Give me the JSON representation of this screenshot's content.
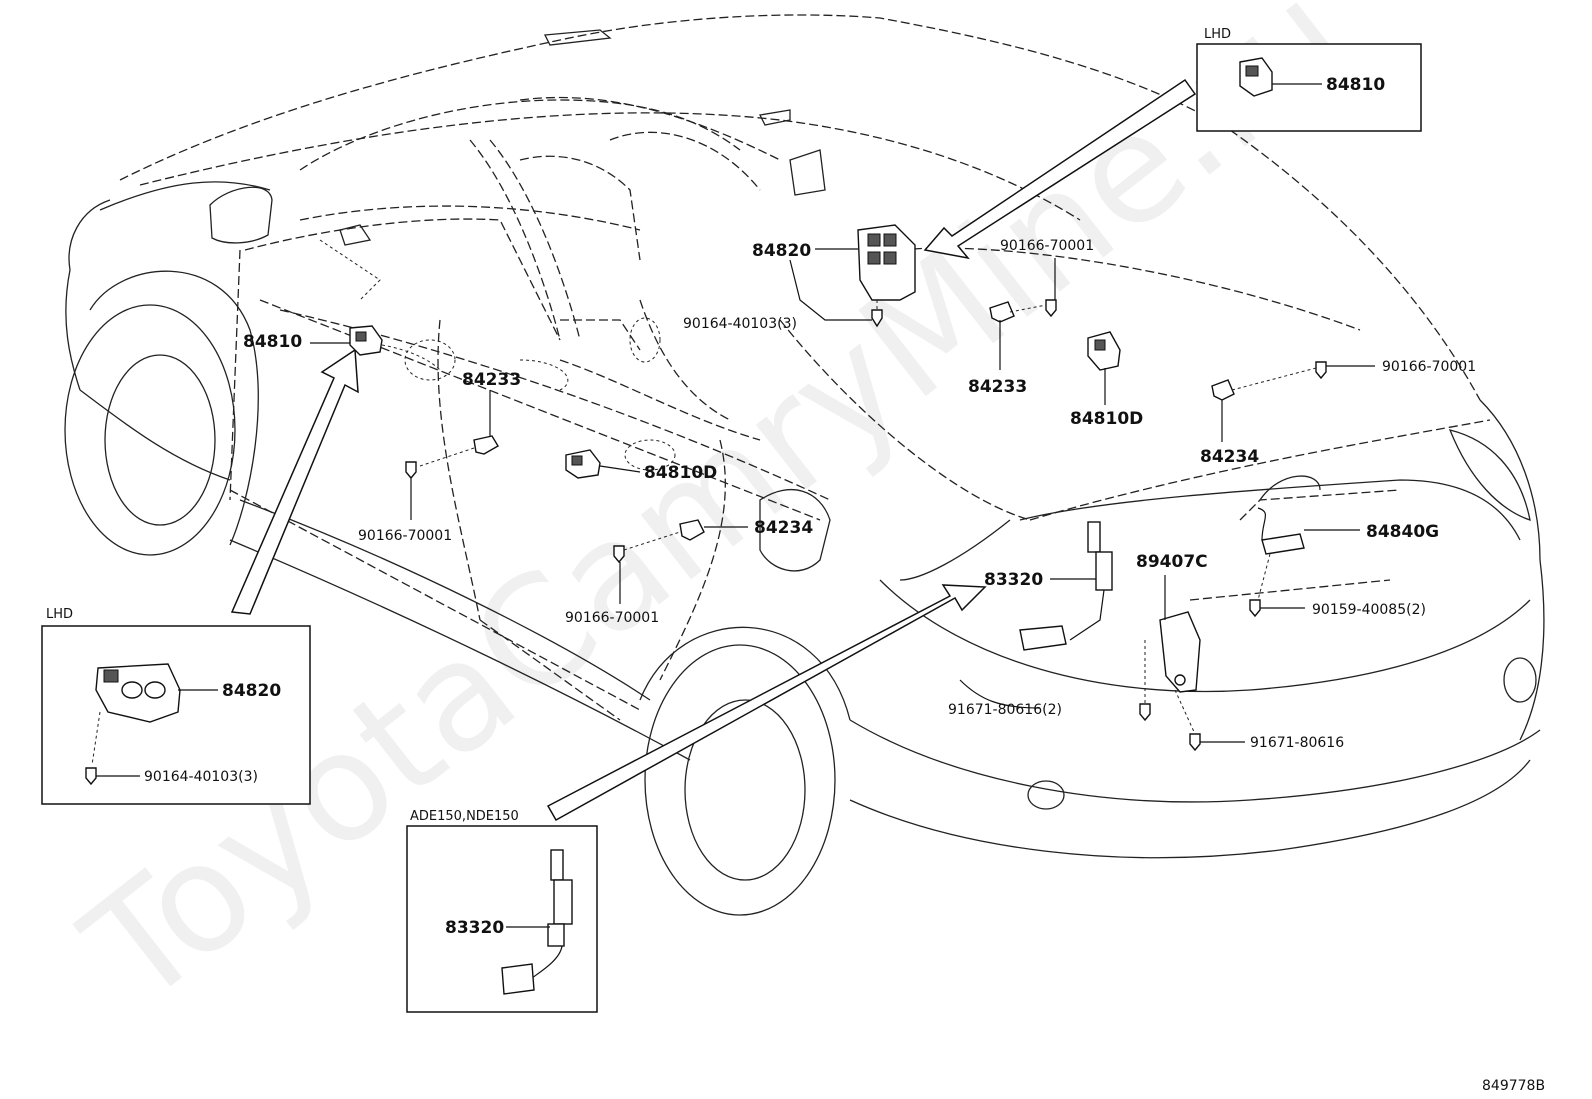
{
  "watermark": "ToyotaCamryMine.ru",
  "diagram_code": "849778B",
  "insets": {
    "top_right": {
      "label": "LHD",
      "part": "84810"
    },
    "left": {
      "label": "LHD",
      "part_switch": "84820",
      "part_screw": "90164-40103(3)"
    },
    "bottom": {
      "label": "ADE150,NDE150",
      "part": "83320"
    }
  },
  "callouts": {
    "p84820_main": "84820",
    "p90164_main": "90164-40103(3)",
    "p90166_top": "90166-70001",
    "p84233_right": "84233",
    "p84810d_right": "84810D",
    "p90166_right": "90166-70001",
    "p84234_right": "84234",
    "p84810_left": "84810",
    "p84233_left": "84233",
    "p90166_left": "90166-70001",
    "p84810d_center": "84810D",
    "p84234_center": "84234",
    "p90166_center": "90166-70001",
    "p83320_main": "83320",
    "p89407c": "89407C",
    "p84840g": "84840G",
    "p90159": "90159-40085(2)",
    "p91671_2": "91671-80616(2)",
    "p91671": "91671-80616"
  }
}
